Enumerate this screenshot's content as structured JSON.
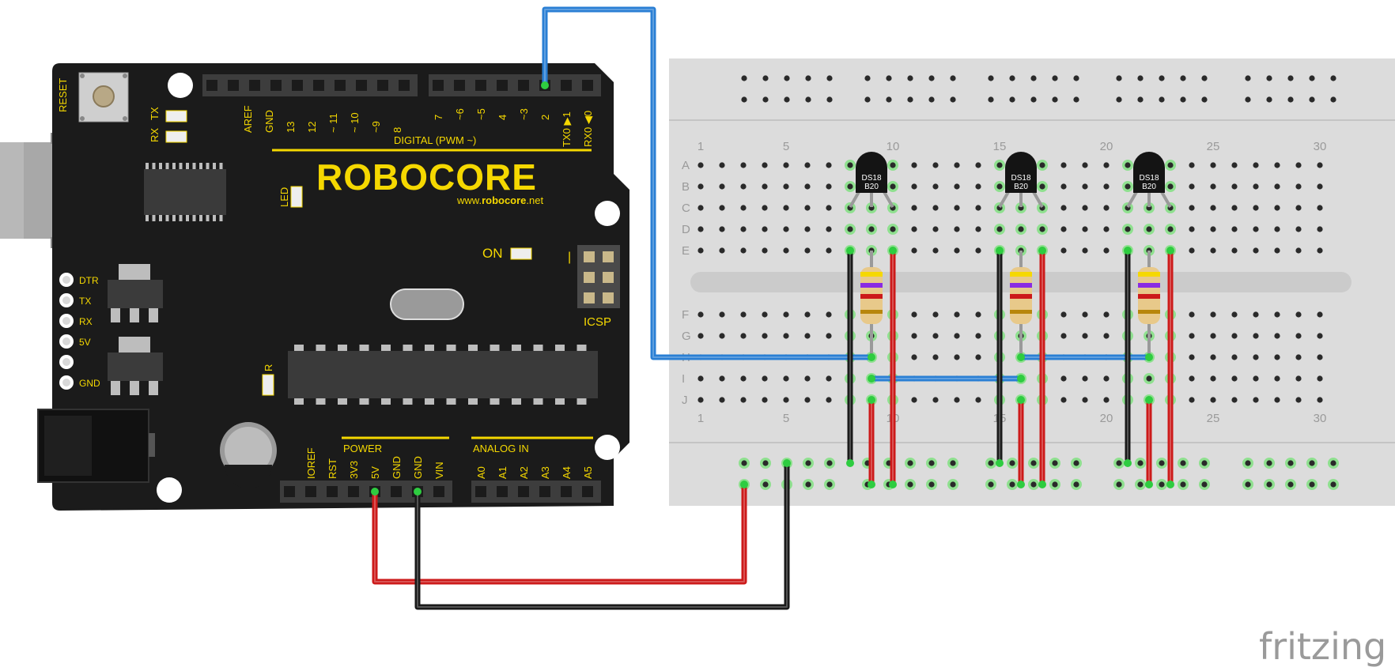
{
  "arduino": {
    "brand": "ROBOCORE",
    "website_prefix": "www.",
    "website_bold": "robocore",
    "website_suffix": ".net",
    "reset_label": "RESET",
    "tx_label": "TX",
    "rx_label": "RX",
    "led_label": "LED",
    "on_label": "ON",
    "icsp_label": "ICSP",
    "r_label": "R",
    "digital_label": "DIGITAL (PWM ~)",
    "power_label": "POWER",
    "analog_label": "ANALOG IN",
    "digital_pins_left": [
      "AREF",
      "GND",
      "13",
      "12",
      "~ 11",
      "~ 10",
      "~9",
      "8"
    ],
    "digital_pins_right": [
      "7",
      "~6",
      "~5",
      "4",
      "~3",
      "2",
      "TX0 ▶1",
      "RX0 ◀0"
    ],
    "power_pins": [
      "IOREF",
      "RST",
      "3V3",
      "5V",
      "GND",
      "GND",
      "VIN"
    ],
    "analog_pins": [
      "A0",
      "A1",
      "A2",
      "A3",
      "A4",
      "A5"
    ],
    "side_leds": [
      "DTR",
      "TX",
      "RX",
      "5V",
      "",
      "GND"
    ],
    "icsp_mark": "|"
  },
  "breadboard": {
    "rows_top": [
      "A",
      "B",
      "C",
      "D",
      "E"
    ],
    "rows_bottom": [
      "F",
      "G",
      "H",
      "I",
      "J"
    ],
    "column_numbers": [
      "1",
      "5",
      "10",
      "15",
      "20",
      "25",
      "30"
    ]
  },
  "sensors": [
    {
      "line1": "DS18",
      "line2": "B20"
    },
    {
      "line1": "DS18",
      "line2": "B20"
    },
    {
      "line1": "DS18",
      "line2": "B20"
    }
  ],
  "colors": {
    "wire_blue": "#2a7fd4",
    "wire_red": "#cc1a1a",
    "wire_black": "#1a1a1a",
    "board": "#1b1b1b",
    "brand_yellow": "#f5d800",
    "breadboard": "#dcdcdc"
  },
  "watermark": "fritzing"
}
